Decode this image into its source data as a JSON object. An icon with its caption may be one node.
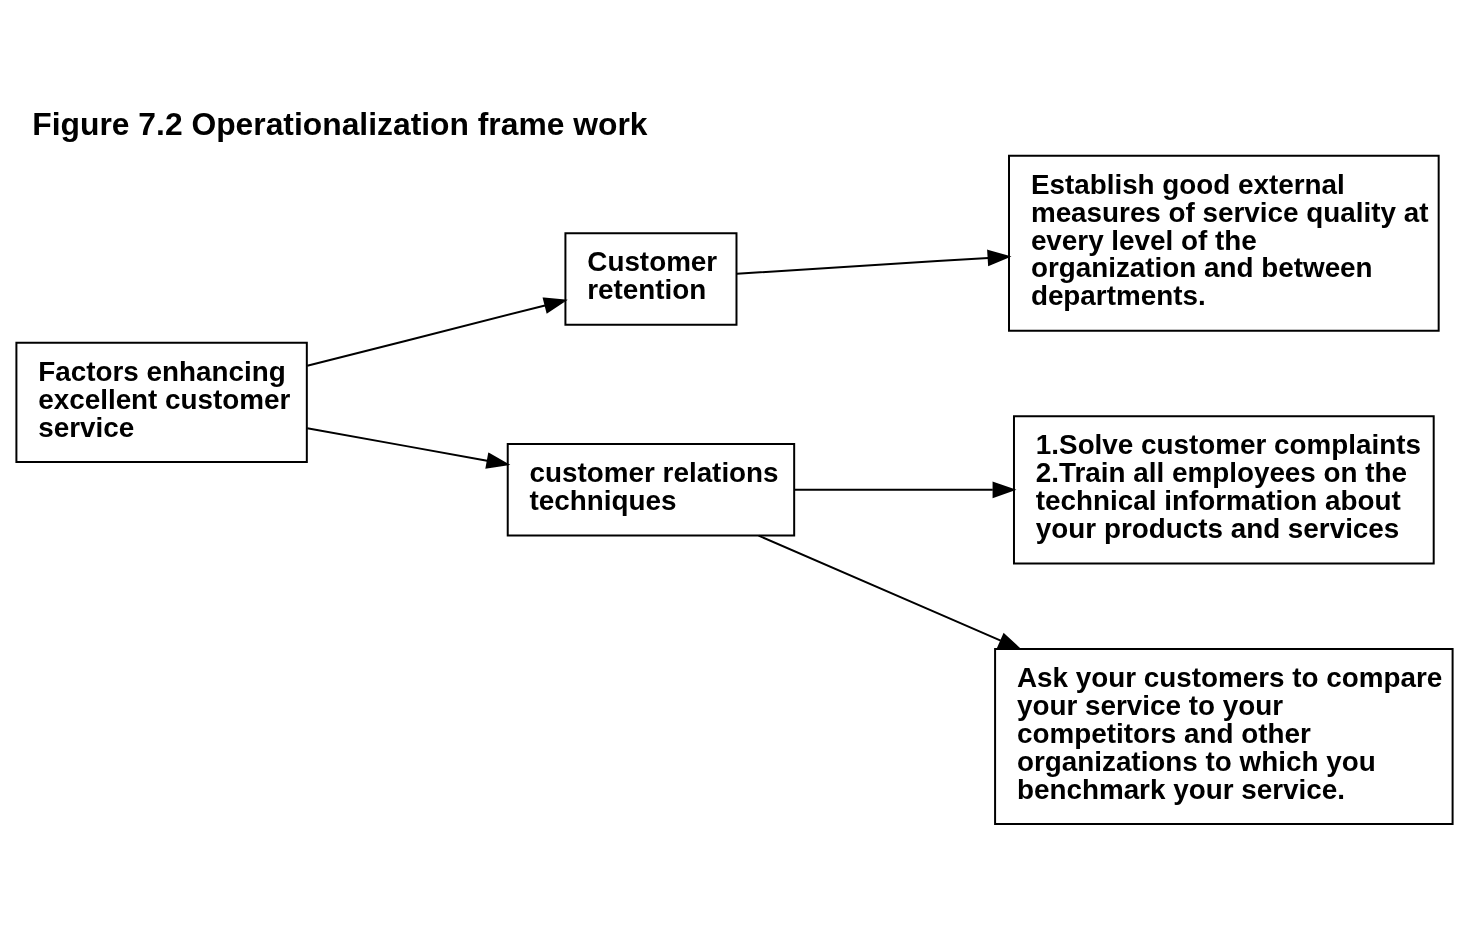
{
  "diagram": {
    "title": "Figure 7.2 Operationalization frame work",
    "nodes": [
      {
        "text": [
          "Factors enhancing excellent customer service"
        ]
      },
      {
        "text": [
          "Customer retention"
        ]
      },
      {
        "text": [
          "Establish good external measures of service quality at every level of the organization and between departments."
        ]
      },
      {
        "text": [
          "customer relations techniques"
        ]
      },
      {
        "text": [
          "1.Solve customer complaints",
          "2.Train all employees on the technical information about your products and services"
        ]
      },
      {
        "text": [
          "Ask your customers to compare your service to your competitors and other organizations to which you benchmark your service."
        ]
      }
    ],
    "edges": [
      {
        "from": 0,
        "to": 1,
        "arrow": "to"
      },
      {
        "from": 0,
        "to": 3,
        "arrow": "to"
      },
      {
        "from": 1,
        "to": 2,
        "arrow": "to"
      },
      {
        "from": 3,
        "to": 4,
        "arrow": "to"
      },
      {
        "from": 3,
        "to": 5,
        "arrow": "to"
      }
    ]
  }
}
